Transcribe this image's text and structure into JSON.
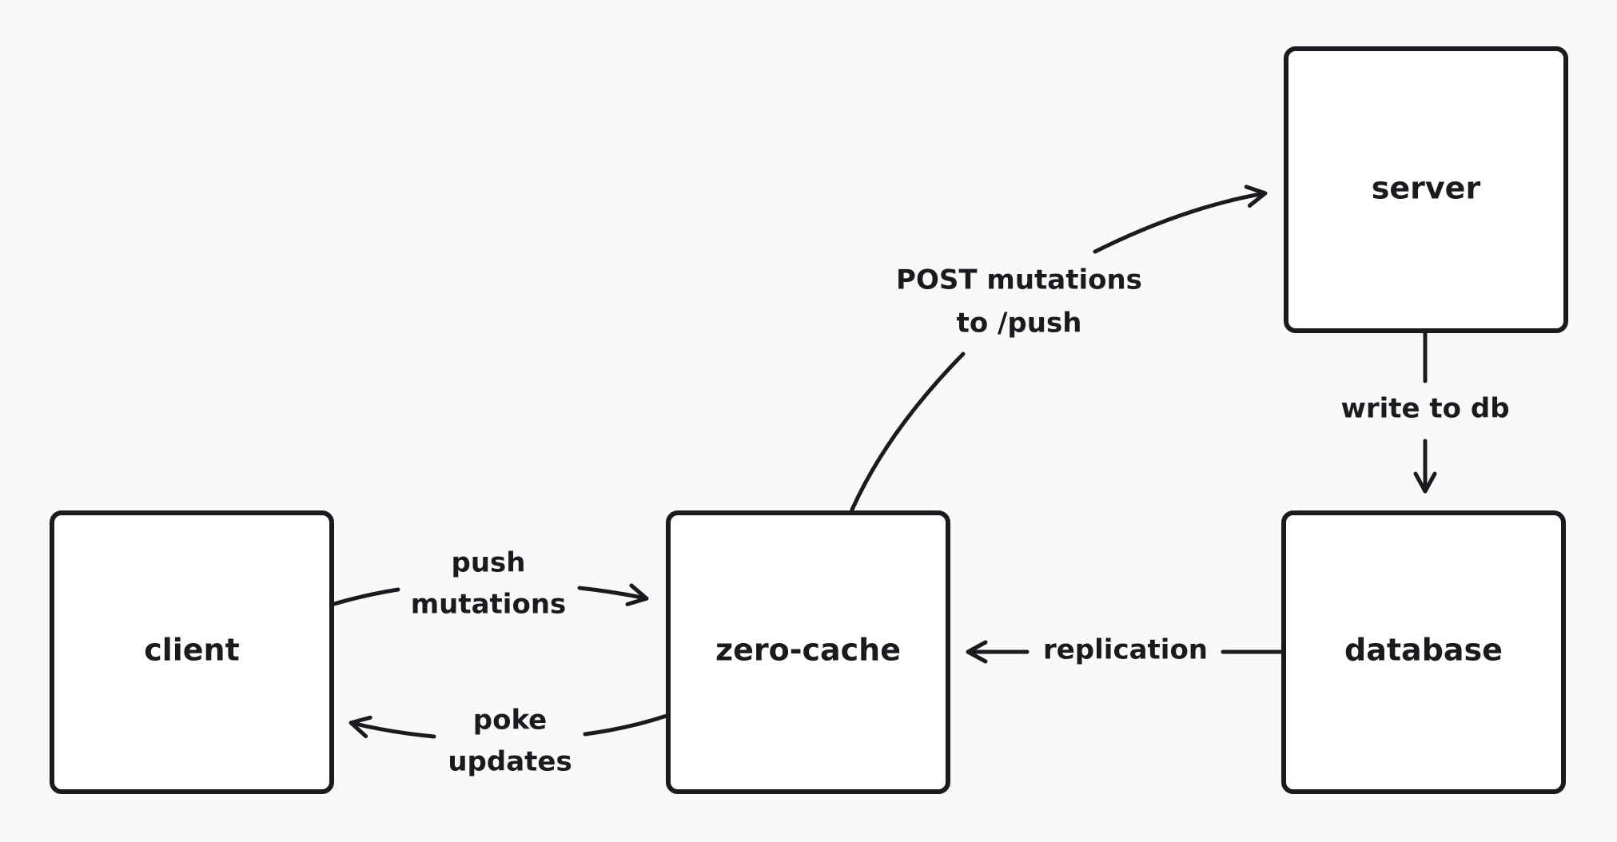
{
  "nodes": {
    "client": "client",
    "zero_cache": "zero-cache",
    "server": "server",
    "database": "database"
  },
  "edges": {
    "push_mutations": [
      "push",
      "mutations"
    ],
    "poke_updates": [
      "poke",
      "updates"
    ],
    "post_mutations": [
      "POST mutations",
      "to /push"
    ],
    "write_to_db": "write to db",
    "replication": "replication"
  },
  "colors": {
    "background": "#f9f9fa",
    "stroke": "#1b1b1f",
    "box_fill": "#ffffff"
  }
}
